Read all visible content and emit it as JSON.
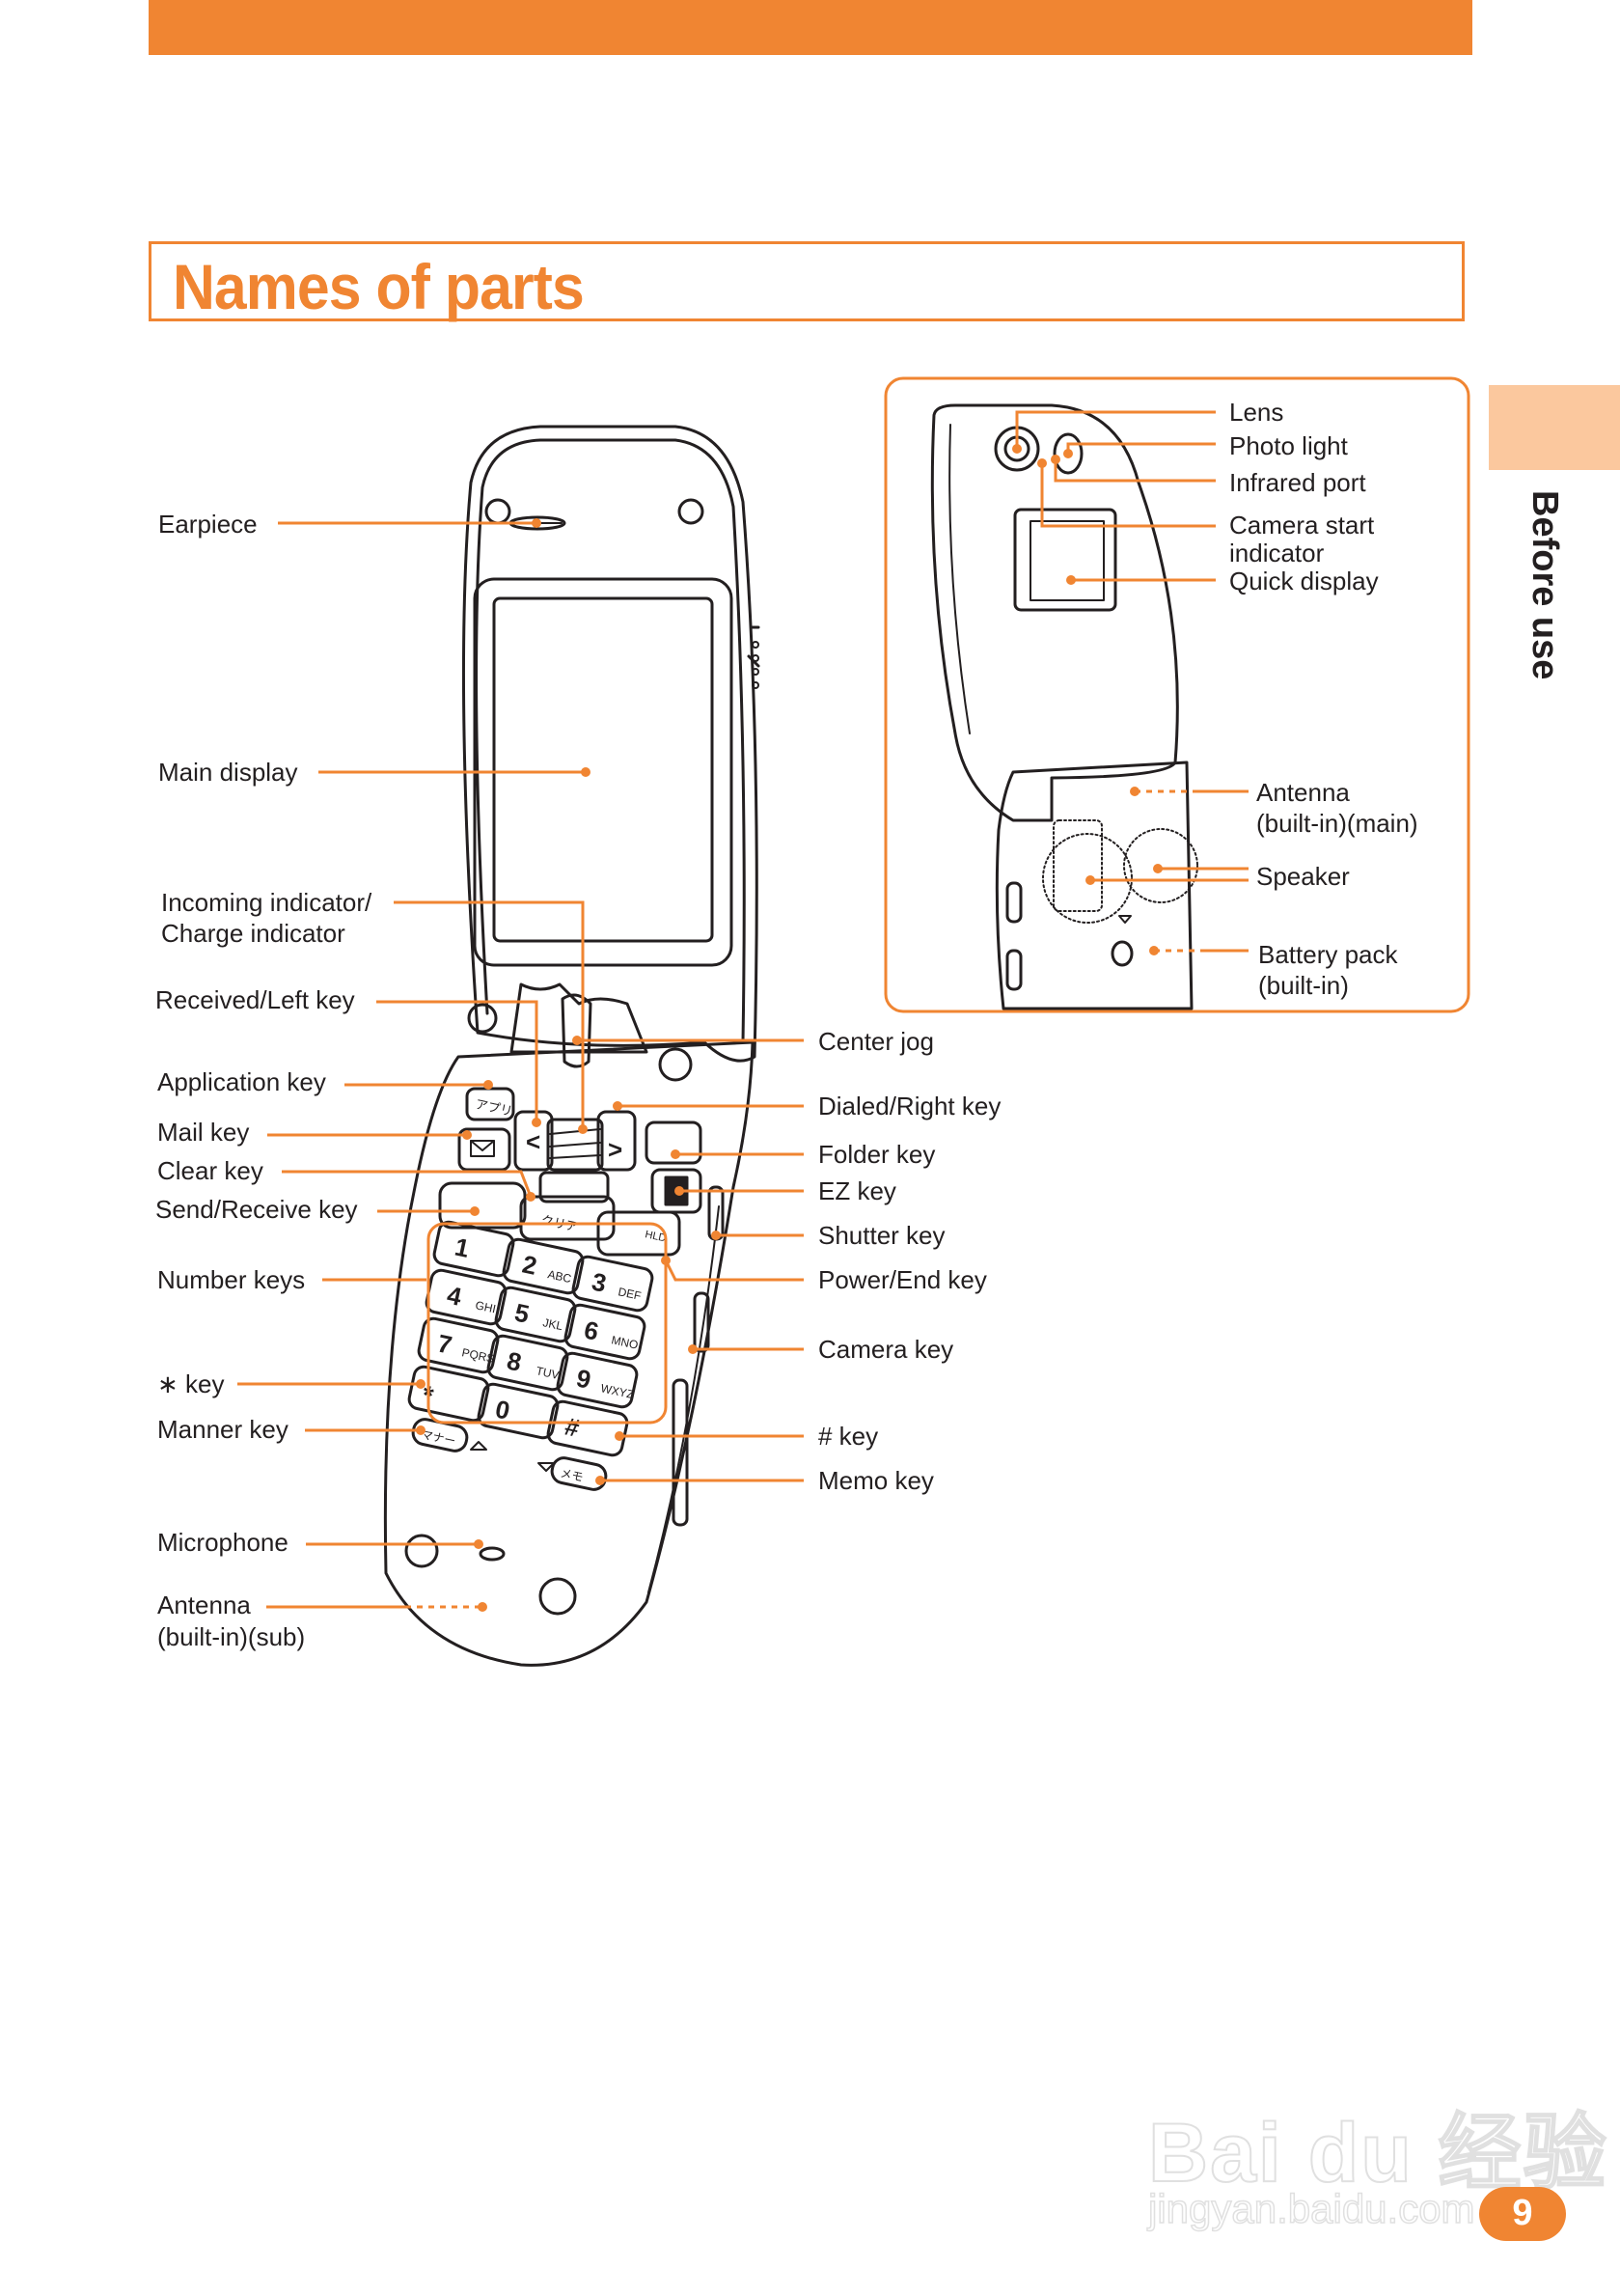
{
  "page": {
    "title": "Names of parts",
    "side_tab": "Before use",
    "page_number": "9",
    "accent_color": "#f08532",
    "tab_color": "#fbc89e"
  },
  "watermark": {
    "main": "Bai du 经验",
    "sub": "jingyan.baidu.com"
  },
  "labels": {
    "earpiece": "Earpiece",
    "main_display": "Main display",
    "incoming_indicator_1": "Incoming indicator/",
    "incoming_indicator_2": "Charge indicator",
    "received_left": "Received/Left key",
    "application": "Application key",
    "mail": "Mail key",
    "clear": "Clear key",
    "send_receive": "Send/Receive key",
    "number_keys": "Number keys",
    "star_key": "∗ key",
    "manner": "Manner key",
    "microphone": "Microphone",
    "antenna_sub_1": "Antenna",
    "antenna_sub_2": "(built-in)(sub)",
    "center_jog": "Center jog",
    "dialed_right": "Dialed/Right key",
    "folder": "Folder key",
    "ez": "EZ key",
    "shutter": "Shutter key",
    "power_end": "Power/End key",
    "camera_key": "Camera key",
    "hash_key": "# key",
    "memo": "Memo key",
    "lens": "Lens",
    "photo_light": "Photo light",
    "infrared": "Infrared port",
    "camera_start_1": "Camera start",
    "camera_start_2": "indicator",
    "quick_display": "Quick display",
    "antenna_main_1": "Antenna",
    "antenna_main_2": "(built-in)(main)",
    "speaker": "Speaker",
    "battery_1": "Battery pack",
    "battery_2": "(built-in)"
  },
  "keypad": {
    "k1": "1",
    "k2": "2",
    "k3": "3",
    "k4": "4",
    "k5": "5",
    "k6": "6",
    "k7": "7",
    "k8": "8",
    "k9": "9",
    "k0": "0",
    "kstar": "*",
    "khash": "#",
    "abc": "ABC",
    "def": "DEF",
    "ghi": "GHI",
    "jkl": "JKL",
    "mno": "MNO",
    "pqrs": "PQRS",
    "tuv": "TUV",
    "wxyz": "WXYZ",
    "appli": "アプリ",
    "clear": "クリア",
    "manner": "マナー",
    "memo": "メモ",
    "hld": "HLD"
  }
}
